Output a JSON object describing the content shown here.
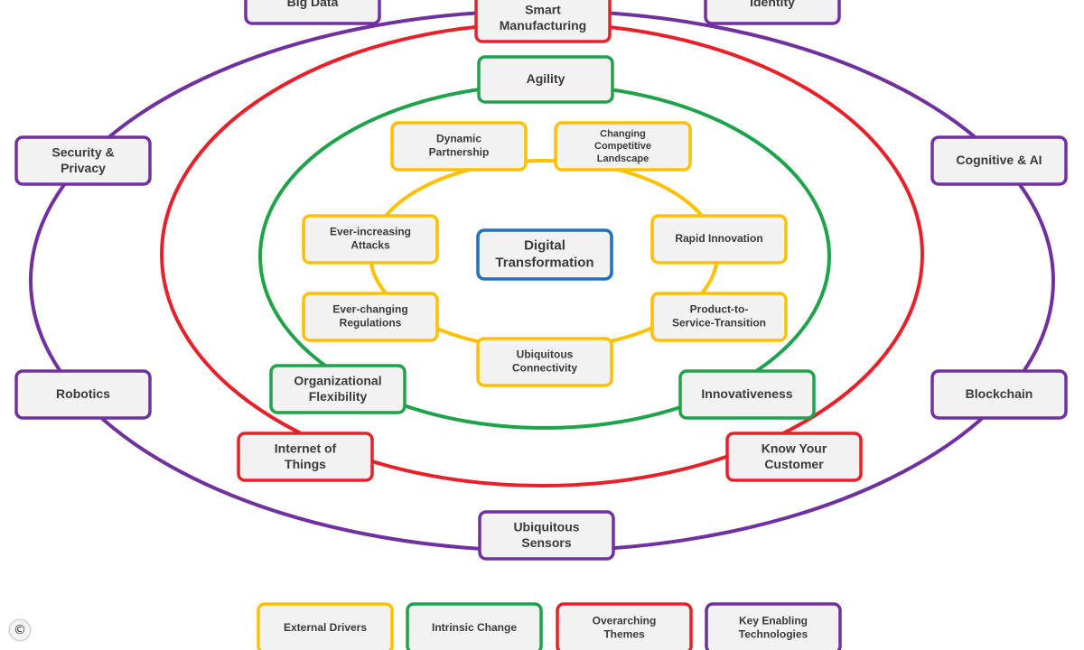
{
  "colors": {
    "purple": "#7030A0",
    "red": "#E8202A",
    "green": "#1FA34A",
    "yellow": "#FFC000",
    "blue": "#1F6FC5",
    "box_fill": "#F2F2F2",
    "text": "#3A3A3A"
  },
  "center": {
    "label": "Digital\nTransformation"
  },
  "key_enabling_technologies": [
    {
      "id": "big-data",
      "label": "Big Data"
    },
    {
      "id": "identity",
      "label": "Identity"
    },
    {
      "id": "security-privacy",
      "label": "Security &\nPrivacy"
    },
    {
      "id": "cognitive-ai",
      "label": "Cognitive & AI"
    },
    {
      "id": "robotics",
      "label": "Robotics"
    },
    {
      "id": "blockchain",
      "label": "Blockchain"
    },
    {
      "id": "ubiquitous-sensors",
      "label": "Ubiquitous\nSensors"
    }
  ],
  "overarching_themes": [
    {
      "id": "smart-manufacturing",
      "label": "Smart\nManufacturing"
    },
    {
      "id": "internet-of-things",
      "label": "Internet of\nThings"
    },
    {
      "id": "know-your-customer",
      "label": "Know Your\nCustomer"
    }
  ],
  "intrinsic_change": [
    {
      "id": "agility",
      "label": "Agility"
    },
    {
      "id": "organizational-flexibility",
      "label": "Organizational\nFlexibility"
    },
    {
      "id": "innovativeness",
      "label": "Innovativeness"
    }
  ],
  "external_drivers": [
    {
      "id": "dynamic-partnership",
      "label": "Dynamic\nPartnership"
    },
    {
      "id": "changing-competitive-landscape",
      "label": "Changing\nCompetitive\nLandscape"
    },
    {
      "id": "ever-increasing-attacks",
      "label": "Ever-increasing\nAttacks"
    },
    {
      "id": "rapid-innovation",
      "label": "Rapid Innovation"
    },
    {
      "id": "ever-changing-regulations",
      "label": "Ever-changing\nRegulations"
    },
    {
      "id": "product-to-service-transition",
      "label": "Product-to-\nService-Transition"
    },
    {
      "id": "ubiquitous-connectivity",
      "label": "Ubiquitous\nConnectivity"
    }
  ],
  "legend": [
    {
      "id": "external-drivers",
      "label": "External Drivers"
    },
    {
      "id": "intrinsic-change",
      "label": "Intrinsic Change"
    },
    {
      "id": "overarching-themes",
      "label": "Overarching\nThemes"
    },
    {
      "id": "key-enabling-technologies",
      "label": "Key Enabling\nTechnologies"
    }
  ],
  "copyright_symbol": "©"
}
